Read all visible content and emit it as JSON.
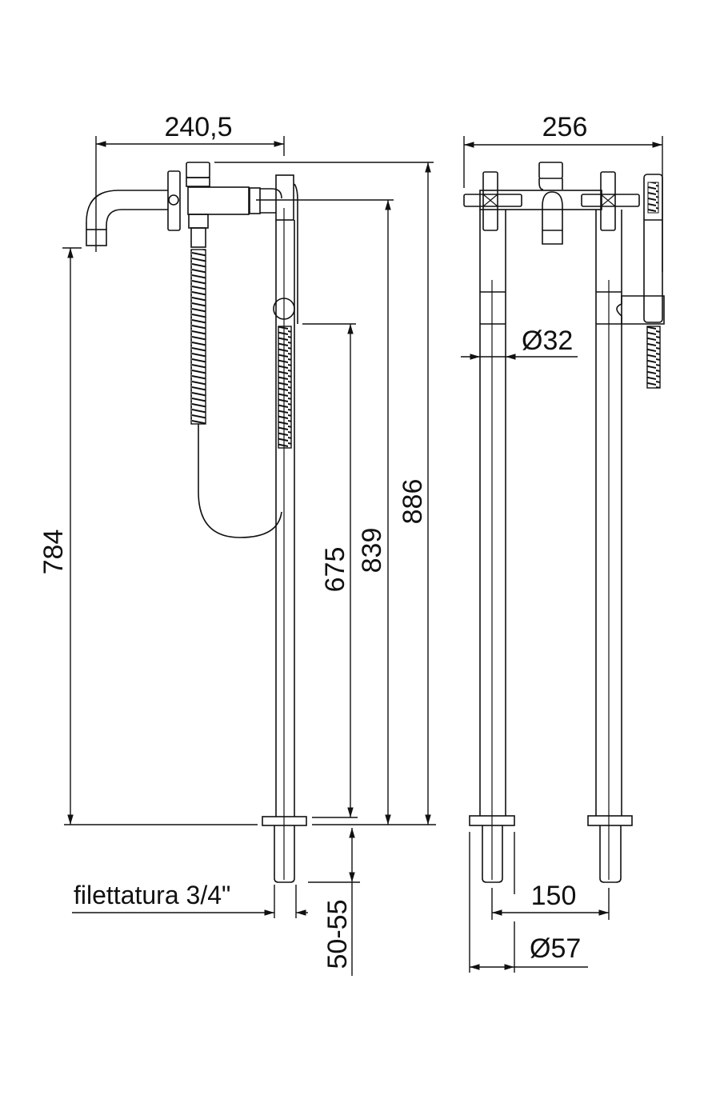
{
  "drawing": {
    "side_view": {
      "dim_spout_reach": "240,5",
      "dim_spout_height": "784",
      "dim_holder_height": "675",
      "dim_outlet_height": "839",
      "dim_total_height": "886",
      "dim_thread_length": "50-55",
      "thread_label": "filettatura 3/4\""
    },
    "front_view": {
      "dim_total_width": "256",
      "dim_pipe_diameter": "Ø32",
      "dim_pipe_spacing": "150",
      "dim_flange_diameter": "Ø57"
    },
    "line_color": "#111111"
  }
}
